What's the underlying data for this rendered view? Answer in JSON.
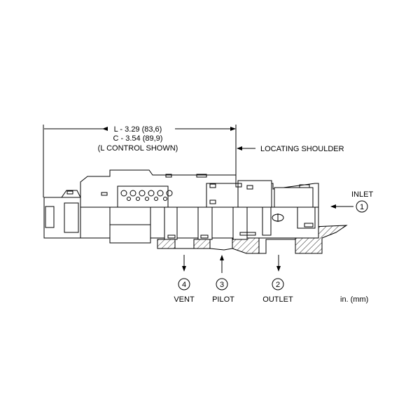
{
  "dimensions": {
    "length_l": "L - 3.29 (83,6)",
    "length_c": "C - 3.54 (89,9)",
    "note": "(L CONTROL SHOWN)"
  },
  "callouts": {
    "locating_shoulder": "LOCATING SHOULDER"
  },
  "ports": [
    {
      "number": "1",
      "label": "INLET"
    },
    {
      "number": "2",
      "label": "OUTLET"
    },
    {
      "number": "3",
      "label": "PILOT"
    },
    {
      "number": "4",
      "label": "VENT"
    }
  ],
  "units": "in. (mm)"
}
